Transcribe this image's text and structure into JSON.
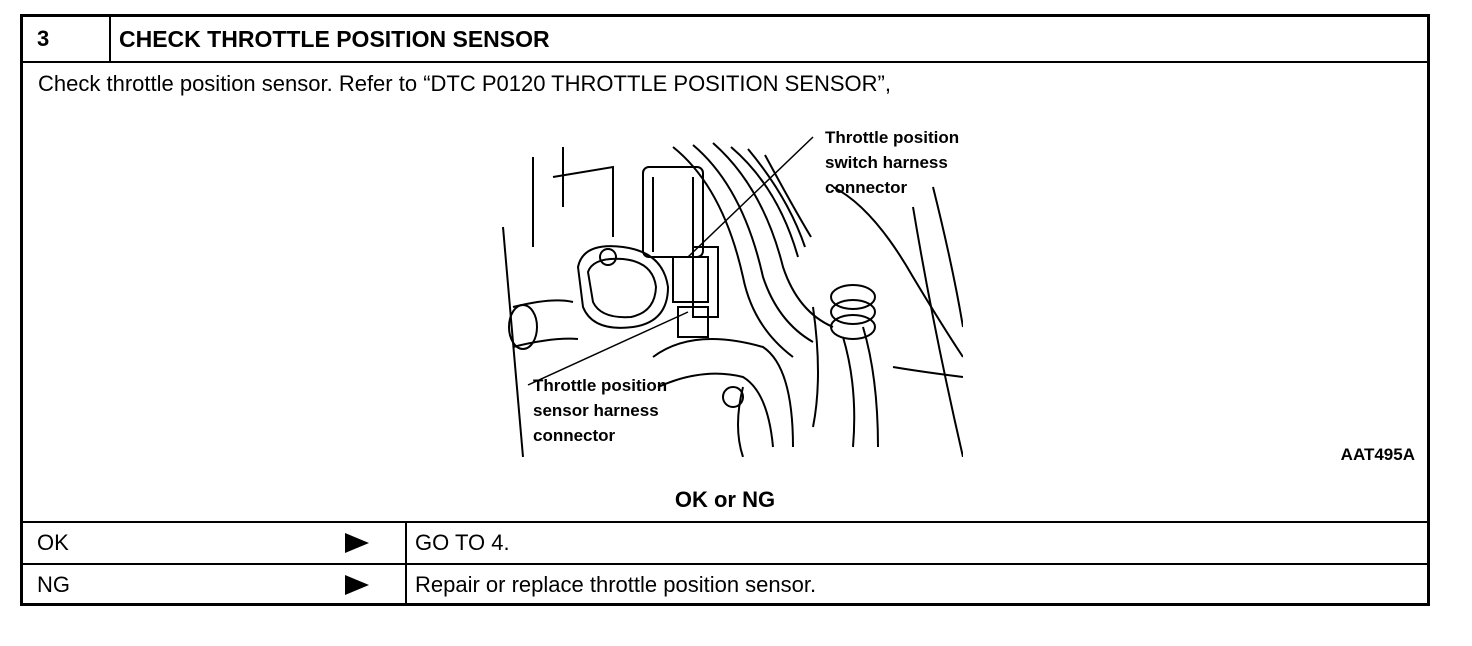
{
  "step": {
    "number": "3",
    "title": "CHECK THROTTLE POSITION SENSOR"
  },
  "instruction": "Check throttle position sensor. Refer to “DTC P0120 THROTTLE POSITION SENSOR”,",
  "figure": {
    "label_switch": [
      "Throttle position",
      "switch harness",
      "connector"
    ],
    "label_sensor": [
      "Throttle position",
      "sensor harness",
      "connector"
    ],
    "code": "AAT495A"
  },
  "prompt": "OK or NG",
  "results": [
    {
      "label": "OK",
      "action": "GO TO 4."
    },
    {
      "label": "NG",
      "action": "Repair or replace throttle position sensor."
    }
  ]
}
